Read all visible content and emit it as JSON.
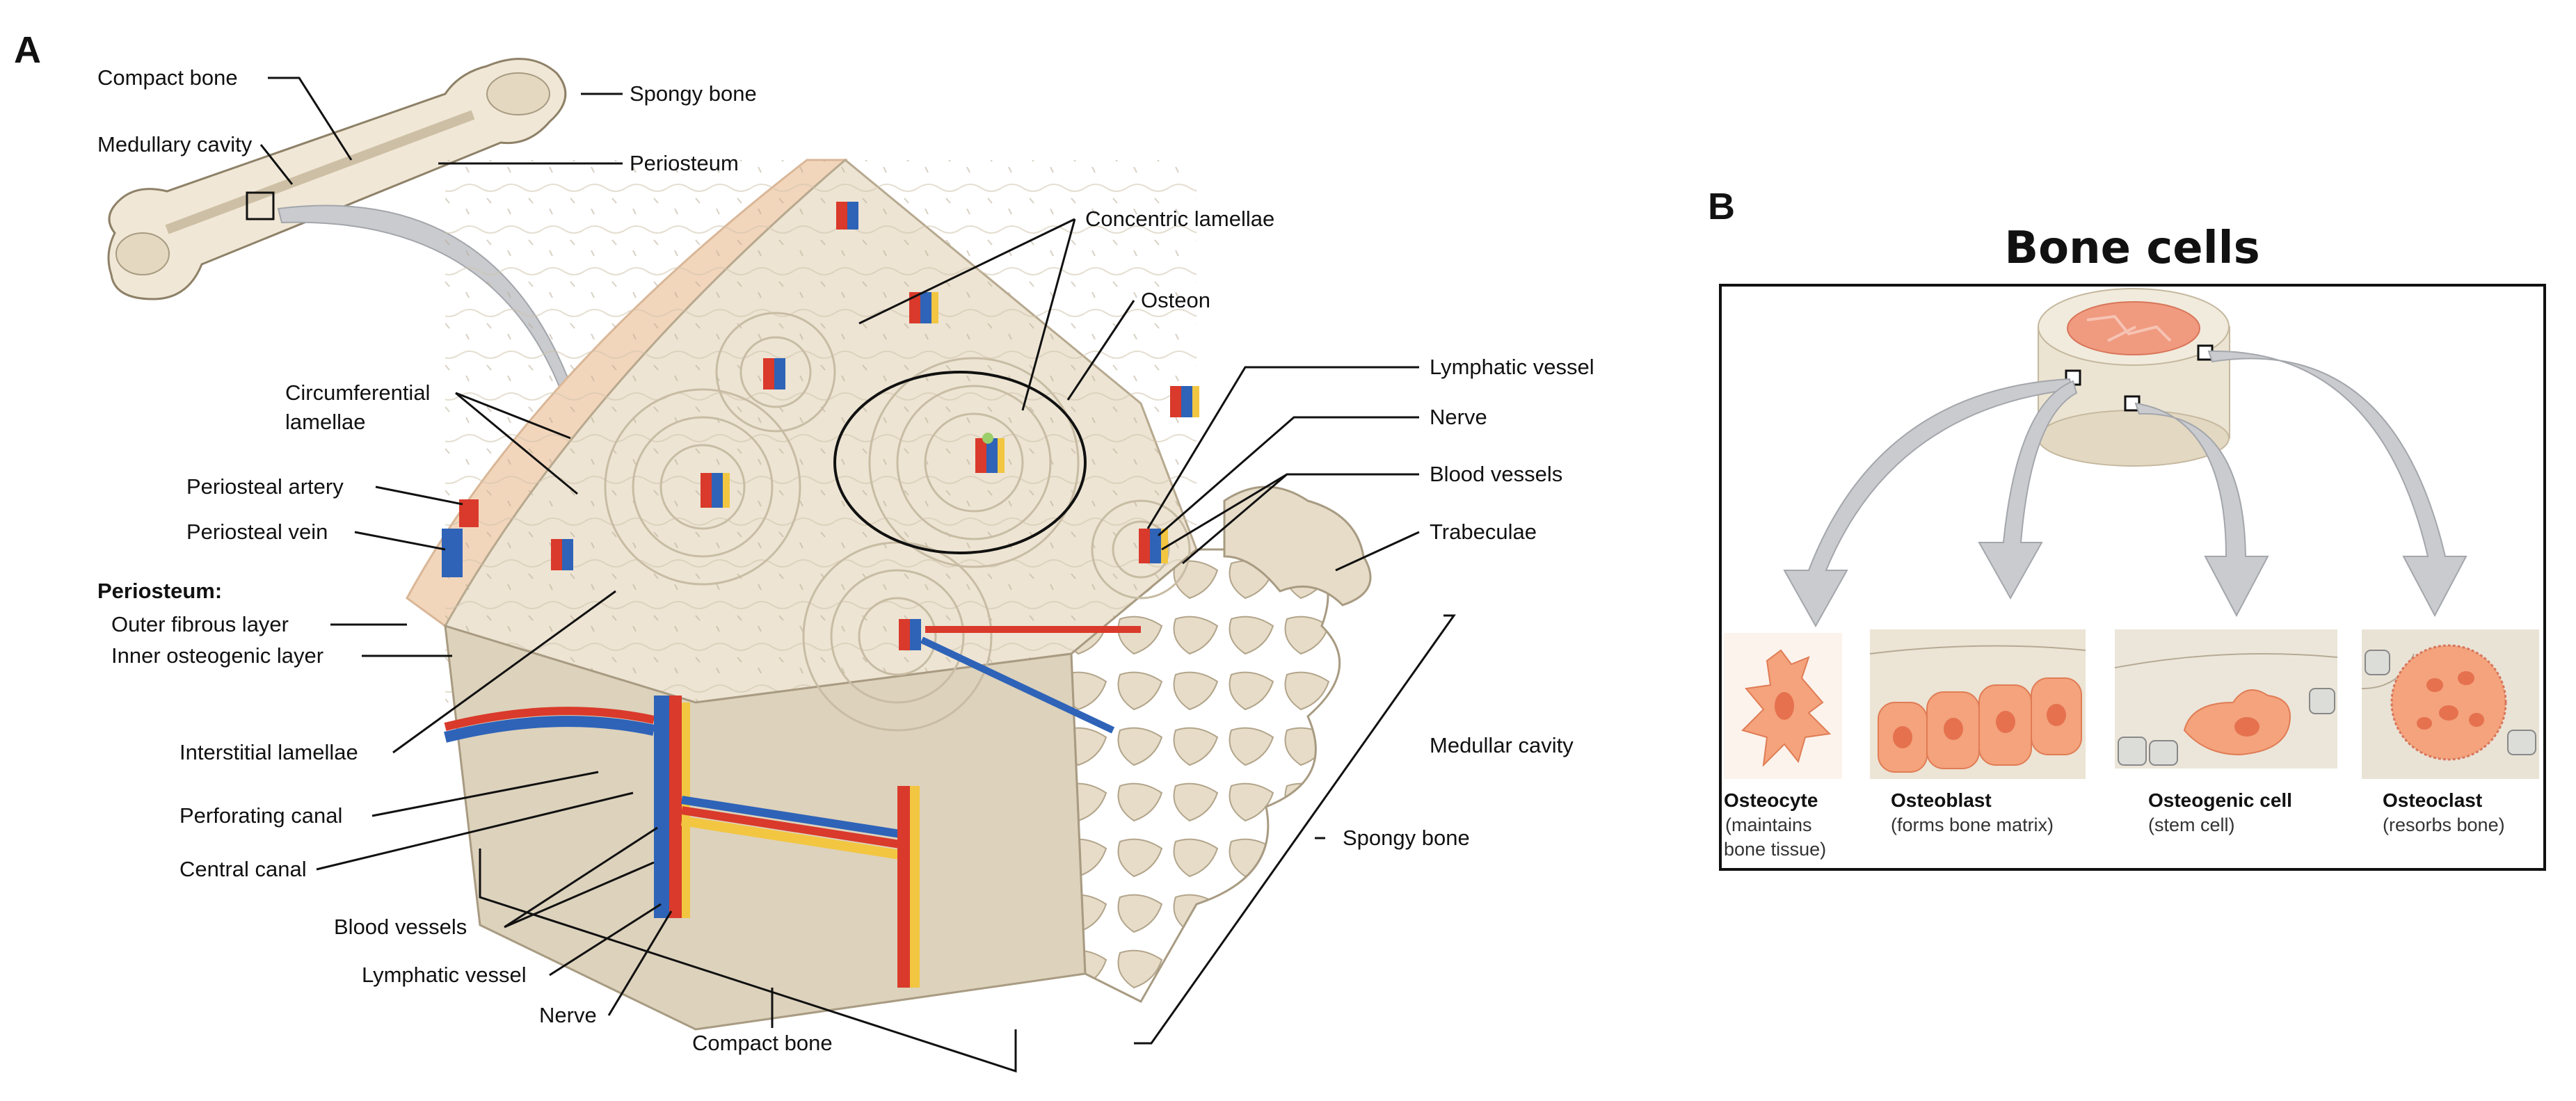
{
  "panel_a": {
    "letter": "A",
    "labels": {
      "compact_bone_top": "Compact bone",
      "spongy_bone_top": "Spongy bone",
      "medullary_cavity": "Medullary cavity",
      "periosteum_top": "Periosteum",
      "concentric_lamellae": "Concentric lamellae",
      "osteon": "Osteon",
      "circumferential_l1": "Circumferential",
      "circumferential_l2": "lamellae",
      "lymphatic_vessel_right": "Lymphatic vessel",
      "nerve_right": "Nerve",
      "blood_vessels_right": "Blood vessels",
      "periosteal_artery": "Periosteal artery",
      "periosteal_vein": "Periosteal vein",
      "trabeculae": "Trabeculae",
      "periosteum_heading": "Periosteum:",
      "outer_fibrous_layer": "Outer fibrous layer",
      "inner_osteogenic_layer": "Inner osteogenic layer",
      "medullar_cavity": "Medullar cavity",
      "interstitial_lamellae": "Interstitial lamellae",
      "perforating_canal": "Perforating canal",
      "spongy_bone_bottom": "Spongy bone",
      "central_canal": "Central canal",
      "blood_vessels_bottom": "Blood vessels",
      "lymphatic_vessel_bottom": "Lymphatic vessel",
      "nerve_bottom": "Nerve",
      "compact_bone_bottom": "Compact bone"
    }
  },
  "panel_b": {
    "letter": "B",
    "title": "Bone cells",
    "cells": [
      {
        "name": "Osteocyte",
        "desc_lines": [
          "(maintains",
          "bone tissue)"
        ]
      },
      {
        "name": "Osteoblast",
        "desc_lines": [
          "(forms bone matrix)"
        ]
      },
      {
        "name": "Osteogenic cell",
        "desc_lines": [
          "(stem cell)"
        ]
      },
      {
        "name": "Osteoclast",
        "desc_lines": [
          "(resorbs bone)"
        ]
      }
    ]
  },
  "colors": {
    "bone": "#ede4d3",
    "bone_dark": "#d6c9b1",
    "periosteum": "#f2d6bc",
    "artery": "#d93a2b",
    "vein": "#2e63b8",
    "nerve": "#f2c641",
    "lymph": "#9ccf6a",
    "cell": "#f4a37c",
    "arrow": "#c9cbcf"
  }
}
